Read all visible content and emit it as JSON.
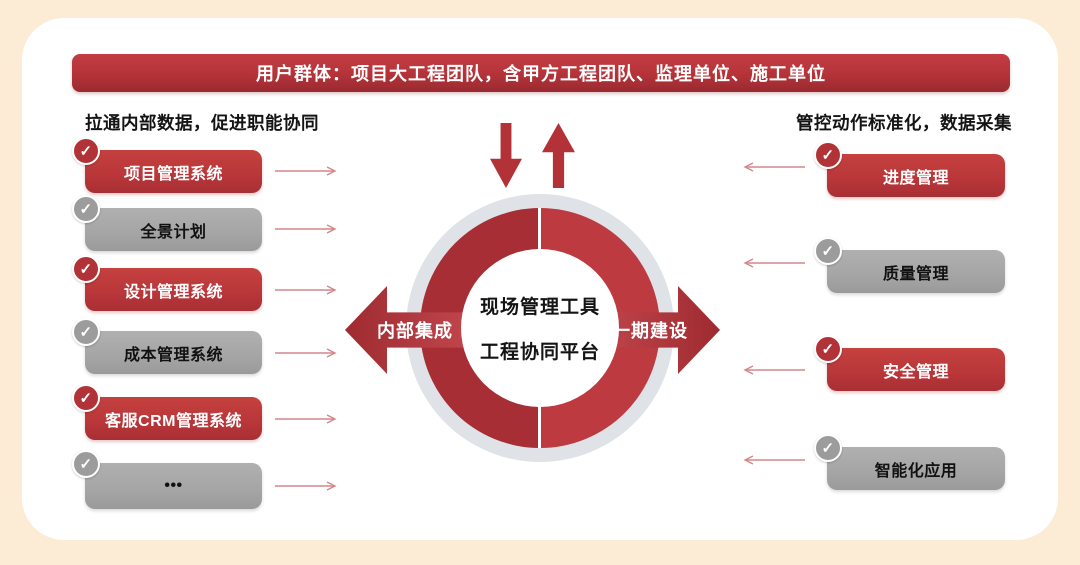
{
  "banner": {
    "text": "用户群体：项目大工程团队，含甲方工程团队、监理单位、施工单位"
  },
  "left": {
    "header": "拉通内部数据，促进职能协同",
    "items": [
      {
        "label": "项目管理系统",
        "variant": "red",
        "checked": true
      },
      {
        "label": "全景计划",
        "variant": "gray",
        "checked": true
      },
      {
        "label": "设计管理系统",
        "variant": "red",
        "checked": true
      },
      {
        "label": "成本管理系统",
        "variant": "gray",
        "checked": true
      },
      {
        "label": "客服CRM管理系统",
        "variant": "red",
        "checked": true
      },
      {
        "label": "•••",
        "variant": "gray",
        "checked": true
      }
    ]
  },
  "right": {
    "header": "管控动作标准化，数据采集",
    "items": [
      {
        "label": "进度管理",
        "variant": "red",
        "checked": true
      },
      {
        "label": "质量管理",
        "variant": "gray",
        "checked": true
      },
      {
        "label": "安全管理",
        "variant": "red",
        "checked": true
      },
      {
        "label": "智能化应用",
        "variant": "gray",
        "checked": true
      }
    ]
  },
  "center": {
    "line1": "现场管理工具",
    "line2": "工程协同平台",
    "left_arrow_label": "内部集成",
    "right_arrow_label": "一期建设"
  },
  "icons": {
    "check": "✓"
  },
  "colors": {
    "accent_red": "#b13237",
    "dark_red": "#9e2b31",
    "pill_gray": "#a5a5a5",
    "ring_gray": "#dfe3e7",
    "connector_pink": "#d4878b",
    "frame_cream": "#fcecd5",
    "card_white": "#ffffff"
  }
}
